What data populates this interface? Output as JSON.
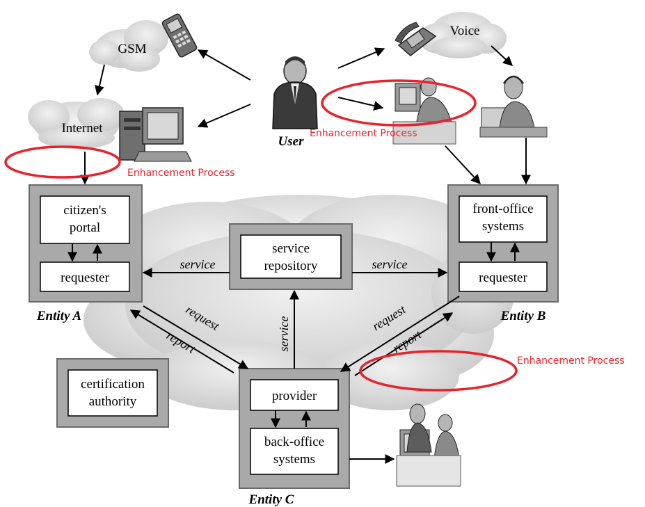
{
  "channels": {
    "gsm": "GSM",
    "voice": "Voice",
    "internet": "Internet",
    "user": "User"
  },
  "entities": {
    "a": "Entity A",
    "b": "Entity B",
    "c": "Entity C"
  },
  "boxes": {
    "citizens_portal": [
      "citizen's",
      "portal"
    ],
    "requester_a": "requester",
    "service_repository": [
      "service",
      "repository"
    ],
    "front_office": [
      "front-office",
      "systems"
    ],
    "requester_b": "requester",
    "certification": [
      "certification",
      "authority"
    ],
    "provider": "provider",
    "back_office": [
      "back-office",
      "systems"
    ]
  },
  "edges": {
    "service_left": "service",
    "service_right": "service",
    "service_vertical": "service",
    "request_left": "request",
    "report_left": "report",
    "request_right": "request",
    "report_right": "report"
  },
  "annotations": {
    "enhancement_1": "Enhancement Process",
    "enhancement_2": "Enhancement Process",
    "enhancement_3": "Enhancement Process"
  },
  "colors": {
    "highlight": "#e8222c",
    "frame": "#9a9a9a",
    "cloud": "#d6d6d6"
  }
}
